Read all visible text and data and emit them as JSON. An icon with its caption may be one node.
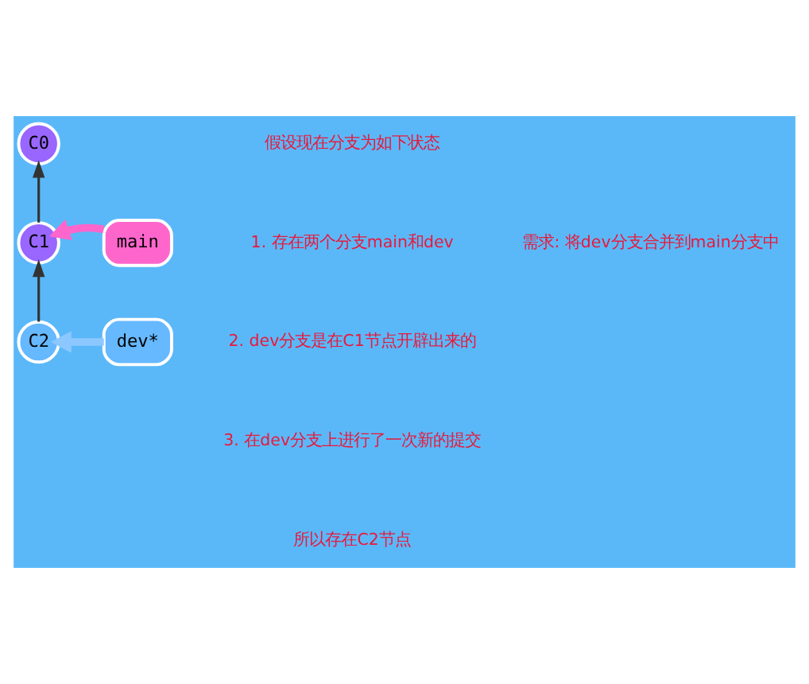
{
  "diagram": {
    "nodes": [
      {
        "text": [
          "C0"
        ]
      },
      {
        "text": [
          "C1"
        ]
      },
      {
        "text": [
          "C2"
        ]
      },
      {
        "text": [
          "main"
        ]
      },
      {
        "text": [
          "dev*"
        ]
      }
    ],
    "edges": [
      {
        "from": 1,
        "to": 0,
        "arrow": "to"
      },
      {
        "from": 2,
        "to": 1,
        "arrow": "to"
      },
      {
        "from": 3,
        "to": 1,
        "arrow": "to",
        "style": "thick",
        "color": "#ff66cc"
      },
      {
        "from": 4,
        "to": 2,
        "arrow": "to",
        "style": "thick",
        "color": "#8cc8ff"
      }
    ],
    "labels": [
      "假设现在分支为如下状态",
      "1. 存在两个分支main和dev",
      "2. dev分支是在C1节点开辟出来的",
      "3. 在dev分支上进行了一次新的提交",
      "所以存在C2节点",
      "需求: 将dev分支合并到main分支中"
    ]
  }
}
